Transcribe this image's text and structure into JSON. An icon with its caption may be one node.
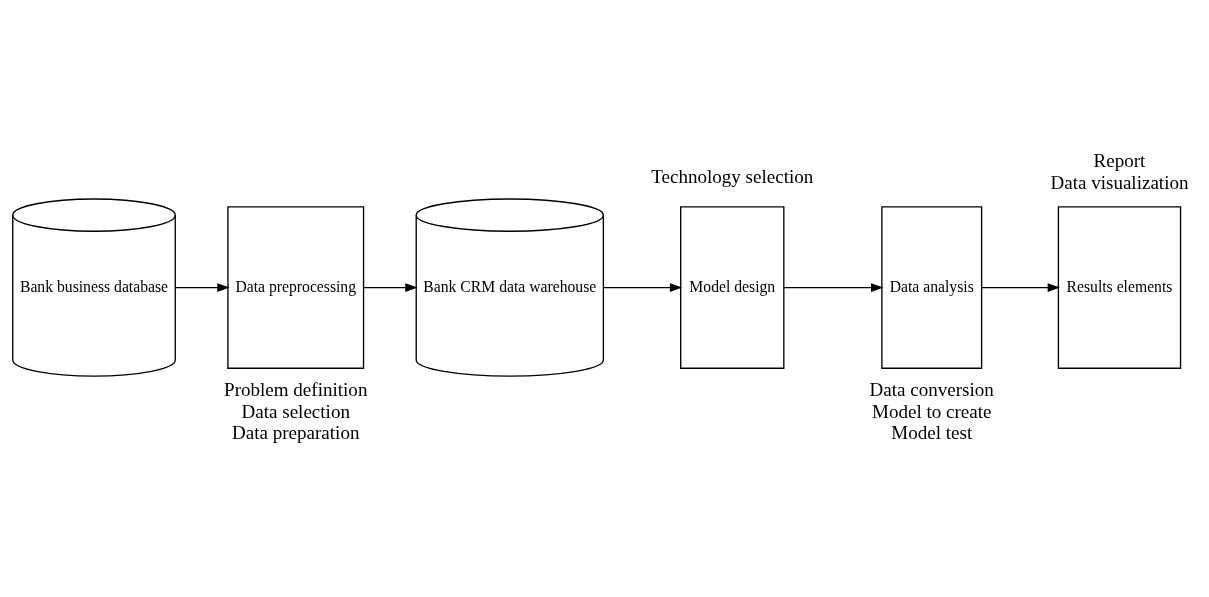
{
  "diagram": {
    "nodes": [
      {
        "text": [
          "Bank business database"
        ]
      },
      {
        "text": [
          "Data preprocessing"
        ],
        "beside": [
          "Problem definition",
          "Data selection",
          "Data preparation"
        ]
      },
      {
        "text": [
          "Bank CRM data warehouse"
        ]
      },
      {
        "text": [
          "Model design"
        ],
        "beside": [
          "Technology selection"
        ]
      },
      {
        "text": [
          "Data analysis"
        ],
        "beside": [
          "Data conversion",
          "Model to create",
          "Model test"
        ]
      },
      {
        "text": [
          "Results elements"
        ],
        "beside": [
          "Report",
          "Data visualization"
        ]
      }
    ],
    "edges": [
      {
        "from": 0,
        "to": 1,
        "arrow": "to"
      },
      {
        "from": 1,
        "to": 2,
        "arrow": "to"
      },
      {
        "from": 2,
        "to": 3,
        "arrow": "to"
      },
      {
        "from": 3,
        "to": 4,
        "arrow": "to"
      },
      {
        "from": 4,
        "to": 5,
        "arrow": "to"
      }
    ]
  }
}
